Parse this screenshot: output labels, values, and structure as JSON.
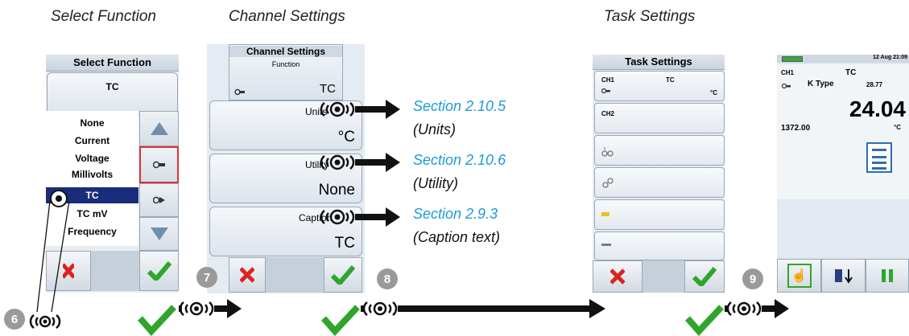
{
  "headings": {
    "select_function": "Select Function",
    "channel_settings": "Channel Settings",
    "task_settings": "Task Settings"
  },
  "select_function_screen": {
    "title": "Select Function",
    "selected_value": "TC",
    "items": [
      "None",
      "Current",
      "Voltage",
      "Millivolts",
      "TC",
      "TC mV",
      "Frequency"
    ],
    "selected_index": 4
  },
  "channel_settings_screen": {
    "title": "Channel Settings",
    "function_label": "Function",
    "function_value": "TC",
    "rows": [
      {
        "label": "Units",
        "value": "°C"
      },
      {
        "label": "Utility",
        "value": "None"
      },
      {
        "label": "Caption",
        "value": "TC"
      }
    ]
  },
  "references": [
    {
      "section": "Section 2.10.5",
      "desc": "(Units)"
    },
    {
      "section": "Section 2.10.6",
      "desc": "(Utility)"
    },
    {
      "section": "Section 2.9.3",
      "desc": "(Caption text)"
    }
  ],
  "task_settings_screen": {
    "title": "Task Settings",
    "ch1_label": "CH1",
    "ch1_func": "TC",
    "ch1_unit": "°C",
    "ch2_label": "CH2"
  },
  "measure_screen": {
    "date_time": "12 Aug  21:09",
    "ch_label": "CH1",
    "func": "TC",
    "type": "K Type",
    "small_value": "28.77",
    "reading": "24.04",
    "left_value": "1372.00",
    "unit": "°C"
  },
  "steps": [
    "6",
    "7",
    "8",
    "9"
  ],
  "colors": {
    "accent": "#1e9ad6",
    "selected": "#1a2d7c",
    "badge": "#9a9a9a",
    "check": "#2fa52c",
    "cross": "#d22"
  }
}
